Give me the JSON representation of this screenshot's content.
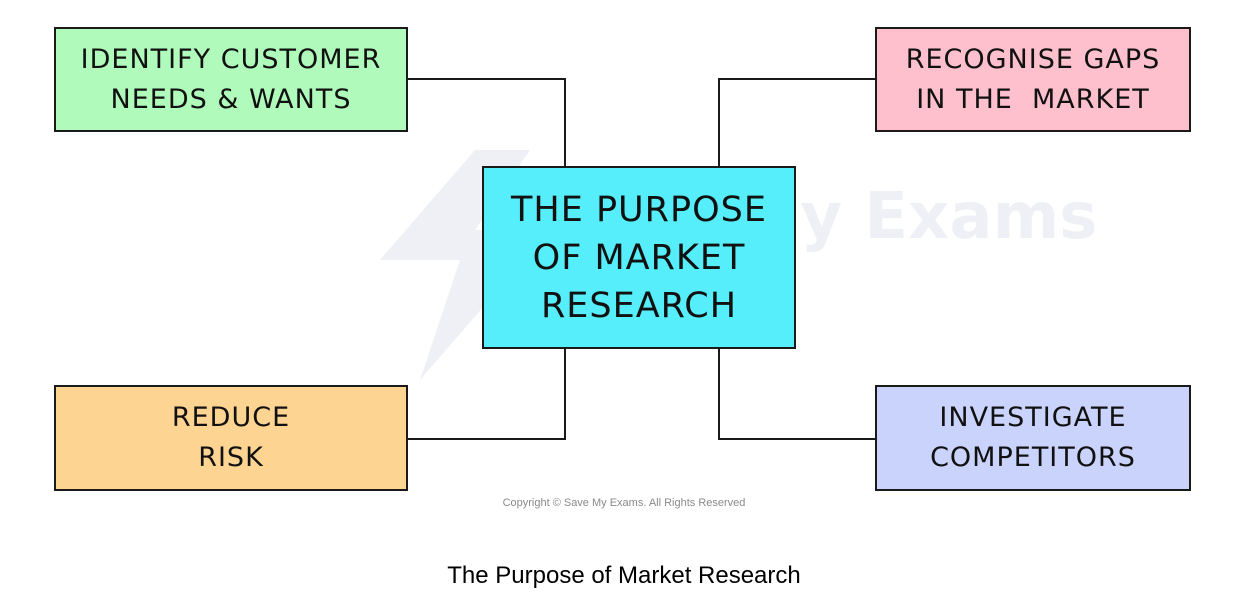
{
  "diagram": {
    "center": {
      "lines": [
        "THE PURPOSE",
        "OF MARKET",
        "RESEARCH"
      ],
      "color": "#55eefa"
    },
    "nodes": [
      {
        "id": "customer",
        "lines": [
          "IDENTIFY CUSTOMER",
          "NEEDS & WANTS"
        ],
        "color": "#b0fbbc"
      },
      {
        "id": "gaps",
        "lines": [
          "RECOGNISE GAPS",
          "IN THE  MARKET"
        ],
        "color": "#fdc0cc"
      },
      {
        "id": "risk",
        "lines": [
          "REDUCE",
          "RISK"
        ],
        "color": "#fdd492"
      },
      {
        "id": "competitors",
        "lines": [
          "INVESTIGATE",
          "COMPETITORS"
        ],
        "color": "#cad3fb"
      }
    ],
    "watermark": "Save My Exams",
    "copyright": "Copyright © Save My Exams. All Rights Reserved"
  },
  "caption": "The Purpose of Market Research"
}
